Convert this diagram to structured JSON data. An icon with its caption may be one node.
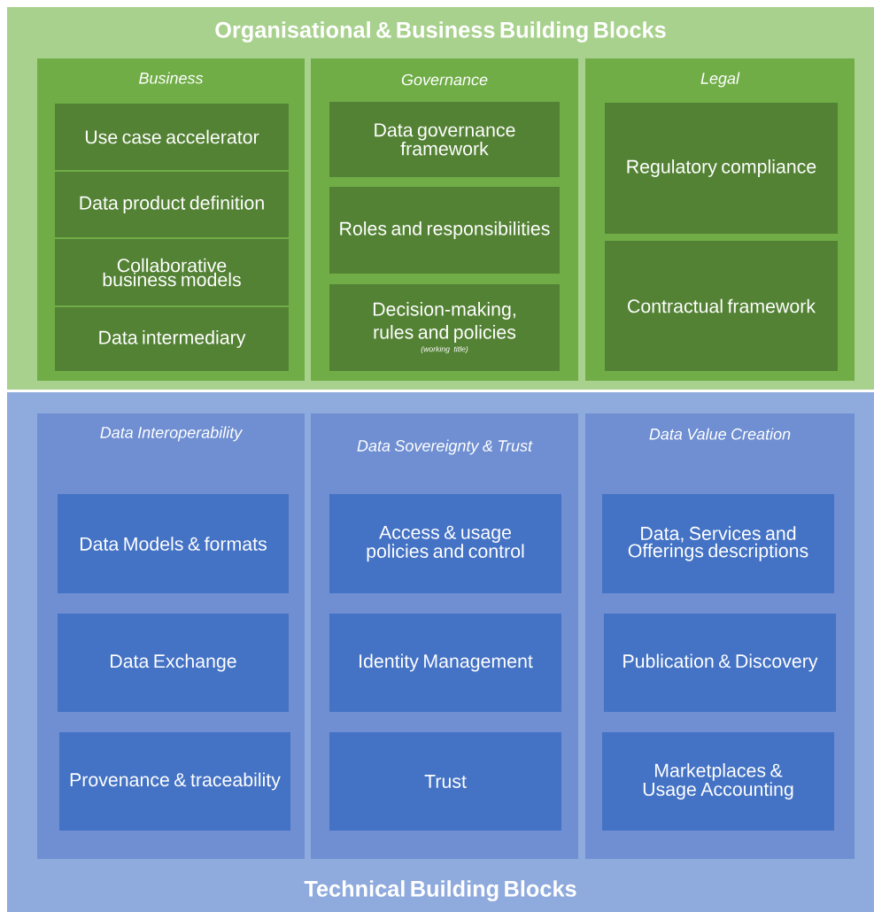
{
  "diagram": {
    "nodes": [
      {
        "text": [
          "Organisational & Business Building Blocks"
        ]
      },
      {
        "text": [
          "Business"
        ],
        "in": 0
      },
      {
        "text": [
          "Use case accelerator"
        ],
        "in": 1
      },
      {
        "text": [
          "Data product definition"
        ],
        "in": 1
      },
      {
        "text": [
          "Collaborative business models"
        ],
        "in": 1
      },
      {
        "text": [
          "Data intermediary"
        ],
        "in": 1
      },
      {
        "text": [
          "Governance"
        ],
        "in": 0
      },
      {
        "text": [
          "Data governance framework"
        ],
        "in": 6
      },
      {
        "text": [
          "Roles and responsibilities"
        ],
        "in": 6
      },
      {
        "text": [
          "Decision-making, rules and policies",
          "(working title)"
        ],
        "in": 6
      },
      {
        "text": [
          "Legal"
        ],
        "in": 0
      },
      {
        "text": [
          "Regulatory compliance"
        ],
        "in": 10
      },
      {
        "text": [
          "Contractual framework"
        ],
        "in": 10
      },
      {
        "text": [
          "Technical Building Blocks"
        ]
      },
      {
        "text": [
          "Data Interoperability"
        ],
        "in": 13
      },
      {
        "text": [
          "Data Models & formats"
        ],
        "in": 14
      },
      {
        "text": [
          "Data Exchange"
        ],
        "in": 14
      },
      {
        "text": [
          "Provenance & traceability"
        ],
        "in": 14
      },
      {
        "text": [
          "Data Sovereignty & Trust"
        ],
        "in": 13
      },
      {
        "text": [
          "Access & usage policies and control"
        ],
        "in": 18
      },
      {
        "text": [
          "Identity Management"
        ],
        "in": 18
      },
      {
        "text": [
          "Trust"
        ],
        "in": 18
      },
      {
        "text": [
          "Data Value Creation"
        ],
        "in": 13
      },
      {
        "text": [
          "Data, Services and Offerings descriptions"
        ],
        "in": 22
      },
      {
        "text": [
          "Publication & Discovery"
        ],
        "in": 22
      },
      {
        "text": [
          "Marketplaces & Usage Accounting"
        ],
        "in": 22
      }
    ]
  }
}
